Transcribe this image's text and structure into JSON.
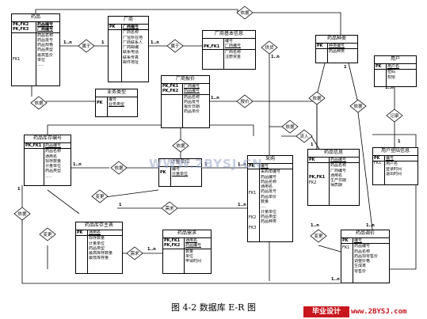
{
  "caption": "图 4-2   数据库 E-R 图",
  "watermark": "WWW.2BYSJ.CN",
  "logo": {
    "left": "毕业设计",
    "right": "www.2BYSJ.com"
  },
  "entities": {
    "drug": {
      "title": "药品",
      "key_lines": [
        "PK,FK2",
        "PK,FK3"
      ],
      "key_lines2": [
        "FK1"
      ],
      "attrs": [
        "药品编号",
        "厂商编号",
        "药品名称",
        "药品批号",
        "药品规格",
        "药品类型",
        "最高售价",
        "单位",
        "....."
      ]
    },
    "manufacturer": {
      "title": "厂商",
      "keys": [
        "PK"
      ],
      "attrs": [
        "厂商编号",
        "厂商名称",
        "厂址所在地",
        "厂商联系人",
        "厂商邮编",
        "联系电话",
        "联系传真",
        "邮件地址"
      ]
    },
    "manufacturer_site": {
      "title": "厂商基本信息",
      "keys": [
        "PK,FK1"
      ],
      "attrs": [
        "编号",
        "厂商编号",
        "厂商名称",
        "注册资金"
      ]
    },
    "drug_type": {
      "title": "药品种类",
      "keys": [
        "PK"
      ],
      "attrs": [
        "种类编号",
        "药品种类"
      ]
    },
    "user": {
      "title": "用户",
      "keys": [
        "PK"
      ],
      "attrs": [
        "用户名",
        "密码",
        "权限"
      ]
    },
    "user_login": {
      "title": "用户登陆信息",
      "keys": [
        "PK",
        "FK1"
      ],
      "attrs": [
        "编号",
        "用户名",
        "登录时间",
        "退出时间"
      ]
    },
    "business_type": {
      "title": "业务类型",
      "keys": [
        "PK"
      ],
      "attrs": [
        "编号",
        "业务类型"
      ]
    },
    "manufacturer_price": {
      "title": "厂商报价",
      "keys": [
        "PK,FK1",
        "PK,FK2"
      ],
      "attrs": [
        "厂商编号",
        "药品编号",
        "药品名称",
        "药品批号",
        "报价日期",
        "药品单价"
      ]
    },
    "drug_stock": {
      "title": "药品库存编号",
      "keys": [
        "PK,FK1"
      ],
      "attrs": [
        "药品编号",
        "药品名称",
        "通用名",
        "现存数量",
        "计量单位",
        "药品类型",
        "....."
      ]
    },
    "unit_master": {
      "title": "计量单位",
      "keys": [
        "PK"
      ],
      "attrs": [
        "编号",
        "计量单位"
      ]
    },
    "purchase": {
      "title": "采购",
      "keys": [
        "PK"
      ],
      "keys2": [
        "FK1",
        "FK2",
        "FK3"
      ],
      "attrs": [
        "编号",
        "采购单编号",
        "药品编号",
        "药品名称",
        "通用名",
        "药品批号",
        "药品单价",
        "数量",
        "....",
        "计量单位",
        "药品类型",
        "药品种类"
      ]
    },
    "drug_info": {
      "title": "药品信息",
      "keys": [
        "PK"
      ],
      "keys2": [
        "PK,FK1",
        "FK2"
      ],
      "attrs": [
        "药品编号",
        "药品名称",
        "厂商编号",
        "通用名",
        "生产日期",
        "保质期"
      ]
    },
    "stock_master": {
      "title": "药品库存主表",
      "keys": [
        "PK"
      ],
      "attrs": [
        "通用名",
        "现存数量",
        "计量单位",
        "药品类型",
        "最高库存数量",
        "最低库存量"
      ]
    },
    "drug_demand": {
      "title": "药品需求",
      "keys": [
        "PK,FK1",
        "PK,FK2"
      ],
      "attrs": [
        "通用名",
        "药品编号",
        "数量",
        "单位",
        "申请时间"
      ]
    },
    "drug_adjust": {
      "title": "药品调价",
      "keys": [
        "PK"
      ],
      "keys2": [
        "FK1"
      ],
      "attrs": [
        "编号",
        "药品编号",
        "药品名称",
        "药品现零售价",
        "调整价格",
        "生成率",
        "零售价"
      ]
    }
  },
  "relations": [
    {
      "id": "belong1",
      "label": "属于"
    },
    {
      "id": "belong2",
      "label": "属于"
    },
    {
      "id": "depend_top",
      "label": "依据"
    },
    {
      "id": "supply",
      "label": "供货"
    },
    {
      "id": "belong_type",
      "label": "依据"
    },
    {
      "id": "record",
      "label": "记录"
    },
    {
      "id": "basis_biz",
      "label": "依据"
    },
    {
      "id": "offer",
      "label": "报价"
    },
    {
      "id": "basis_price",
      "label": "依据"
    },
    {
      "id": "inbound",
      "label": "流入"
    },
    {
      "id": "basis_unit",
      "label": "依据"
    },
    {
      "id": "basis_left",
      "label": "依据"
    },
    {
      "id": "change1",
      "label": "变更"
    },
    {
      "id": "change2",
      "label": "变更"
    },
    {
      "id": "demand1",
      "label": "需求"
    },
    {
      "id": "demand2",
      "label": "需求"
    },
    {
      "id": "basis_info",
      "label": "依据"
    },
    {
      "id": "change3",
      "label": "变更"
    },
    {
      "id": "belong_drug",
      "label": "依据"
    }
  ],
  "cardinalities": {
    "c1": "1..n",
    "c2": "1..n",
    "c3": "1",
    "c4": "1..n",
    "c5": "1..n",
    "c6": "1",
    "c7": "1..n",
    "c8": "1..n",
    "c9": "1",
    "c10": "1..n",
    "c11": "1",
    "c12": "1..n",
    "c13": "1",
    "c14": "1",
    "c15": "1..n",
    "c16": "1..n",
    "c17": "1",
    "c18": "1..n",
    "c19": "1",
    "c20": "1..n"
  }
}
